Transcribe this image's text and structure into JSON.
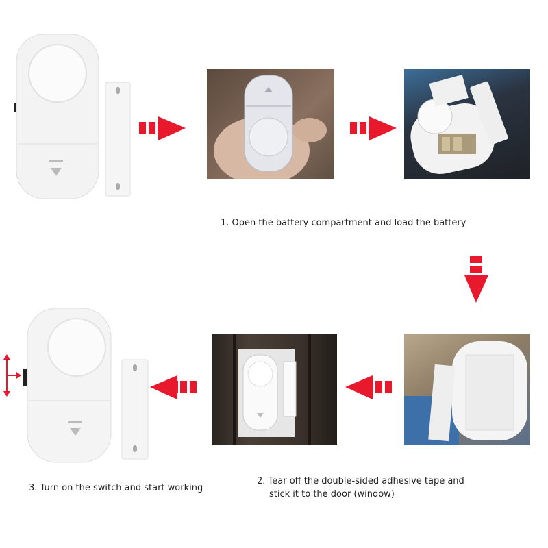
{
  "steps": {
    "step1": "1. Open the battery compartment and load the battery",
    "step2_line1": "2. Tear off the double-sided adhesive tape and",
    "step2_line2": "stick it to the door (window)",
    "step3": "3. Turn on the switch and start working"
  },
  "colors": {
    "arrow": "#e8192c",
    "device": "#f4f4f4"
  },
  "icons": [
    "arrow-right-icon",
    "arrow-down-icon",
    "arrow-left-icon",
    "switch-arrows-icon"
  ]
}
